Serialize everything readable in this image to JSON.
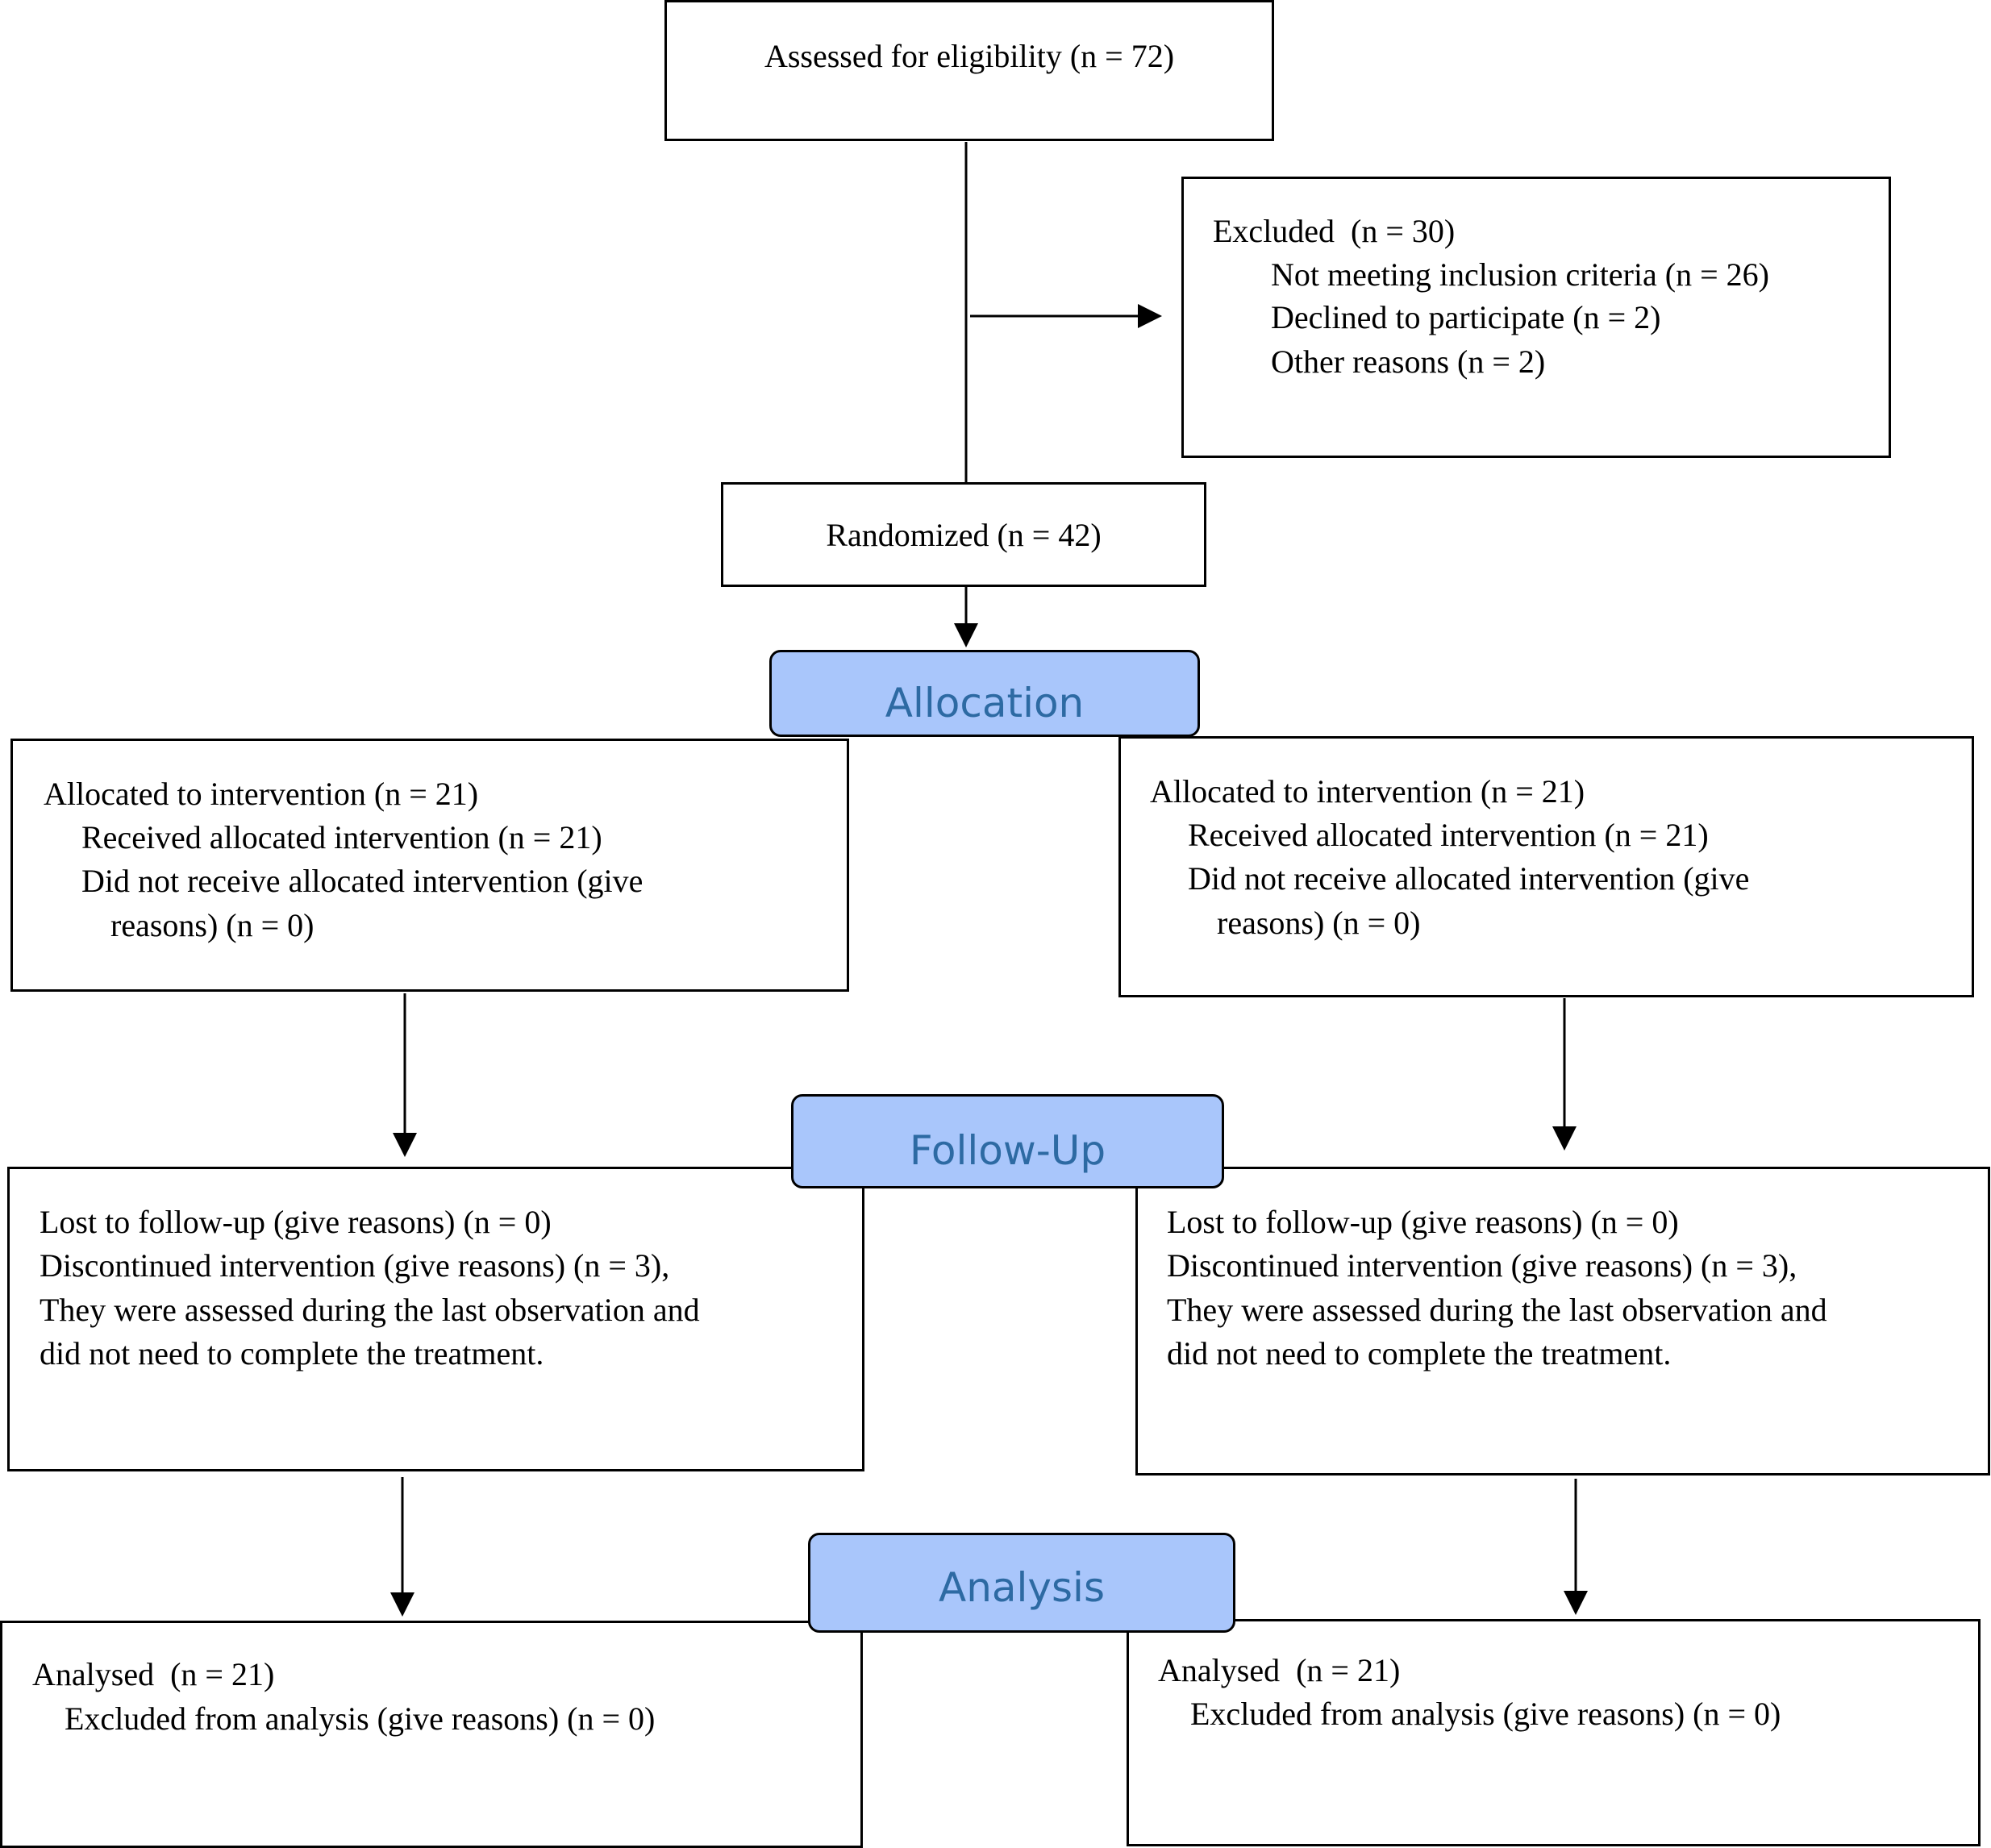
{
  "assessed": {
    "text": "Assessed for eligibility (n = 72)"
  },
  "excluded": {
    "title": "Excluded  (n = 30)",
    "items": [
      "Not meeting inclusion criteria (n = 26)",
      "Declined to participate (n = 2)",
      "Other reasons (n = 2)"
    ]
  },
  "randomized": {
    "text": "Randomized (n = 42)"
  },
  "stages": {
    "allocation": "Allocation",
    "followup": "Follow-Up",
    "analysis": "Analysis"
  },
  "allocation": {
    "left": {
      "line1": "Allocated to intervention (n = 21)",
      "line2": "Received allocated intervention (n = 21)",
      "line3": "Did not receive allocated intervention (give",
      "line4": "reasons) (n = 0)"
    },
    "right": {
      "line1": "Allocated to intervention (n = 21)",
      "line2": "Received allocated intervention (n = 21)",
      "line3": "Did not receive allocated intervention (give",
      "line4": "reasons) (n = 0)"
    }
  },
  "followup": {
    "left": {
      "line1": "Lost to follow-up (give reasons) (n = 0)",
      "line2": "Discontinued intervention (give reasons) (n = 3),",
      "line3": "They were assessed during the last observation and",
      "line4": "did not need to complete the treatment."
    },
    "right": {
      "line1": "Lost to follow-up (give reasons) (n = 0)",
      "line2": "Discontinued intervention (give reasons) (n = 3),",
      "line3": "They were assessed during the last observation and",
      "line4": "did not need to complete the treatment."
    }
  },
  "analysis": {
    "left": {
      "line1": "Analysed  (n = 21)",
      "line2": "Excluded from analysis (give reasons) (n = 0)"
    },
    "right": {
      "line1": "Analysed  (n = 21)",
      "line2": "Excluded from analysis (give reasons) (n = 0)"
    }
  }
}
